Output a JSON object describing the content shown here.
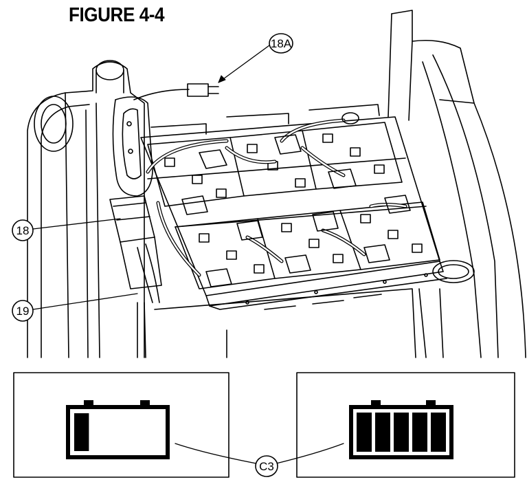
{
  "figure": {
    "title": "FIGURE 4-4"
  },
  "callouts": {
    "c18a": "18A",
    "c18": "18",
    "c19": "19",
    "cc3": "C3"
  },
  "indicators": [
    {
      "name": "battery-low",
      "level_bars": 1,
      "total_bars": 5
    },
    {
      "name": "battery-full",
      "level_bars": 5,
      "total_bars": 5
    }
  ],
  "colors": {
    "line": "#000000",
    "background": "#ffffff"
  }
}
